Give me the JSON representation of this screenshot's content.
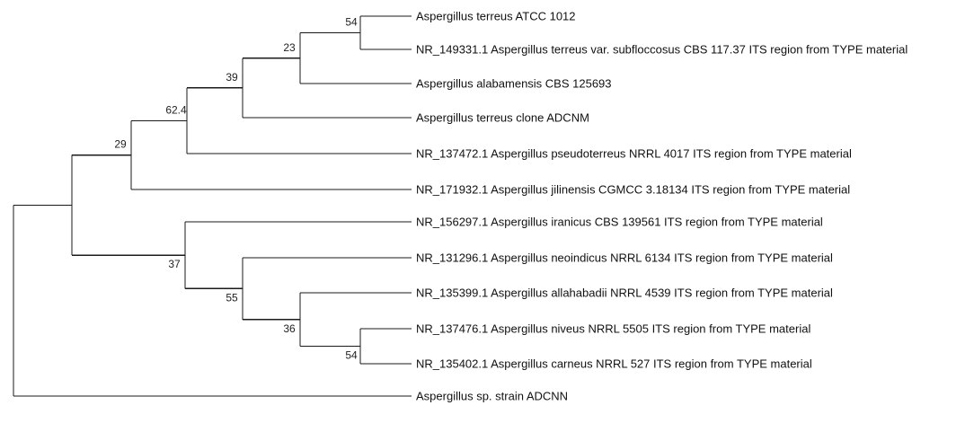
{
  "tree": {
    "taxa": [
      "Aspergillus terreus ATCC 1012",
      "NR_149331.1 Aspergillus terreus var. subfloccosus CBS 117.37 ITS region from TYPE material",
      "Aspergillus alabamensis CBS 125693",
      "Aspergillus terreus clone ADCNM",
      "NR_137472.1 Aspergillus pseudoterreus NRRL 4017 ITS region from TYPE material",
      "NR_171932.1 Aspergillus jilinensis CGMCC 3.18134 ITS region from TYPE material",
      "NR_156297.1 Aspergillus iranicus CBS 139561 ITS region from TYPE material",
      "NR_131296.1 Aspergillus neoindicus NRRL 6134 ITS region from TYPE material",
      "NR_135399.1 Aspergillus allahabadii NRRL 4539 ITS region from TYPE material",
      "NR_137476.1 Aspergillus niveus NRRL 5505 ITS region from TYPE material",
      "NR_135402.1 Aspergillus carneus NRRL 527 ITS region from TYPE material",
      "Aspergillus sp. strain ADCNN"
    ],
    "support": {
      "n_terreus_pair": "54",
      "n_terreus_group": "23",
      "n_alabamensis": "39",
      "n_clone": "62.4",
      "n_pseudoterreus": "29",
      "n_iranicus_group": "37",
      "n_neoindicus": "55",
      "n_allahabadii": "36",
      "n_niveus_pair": "54"
    }
  }
}
